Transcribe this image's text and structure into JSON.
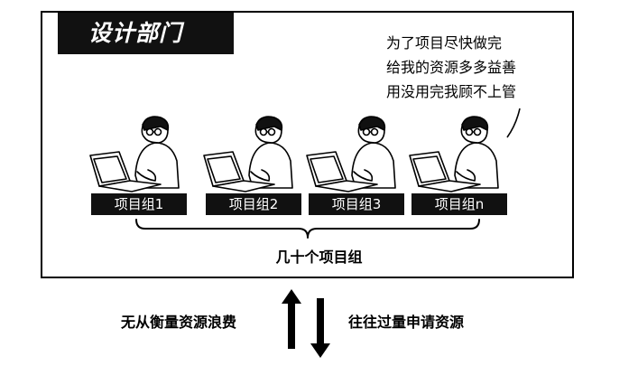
{
  "department": {
    "title": "设计部门"
  },
  "speech": {
    "lines": [
      "为了项目尽快做完",
      "给我的资源多多益善",
      "用没用完我顾不上管"
    ]
  },
  "groups": [
    {
      "label": "项目组1"
    },
    {
      "label": "项目组2"
    },
    {
      "label": "项目组3"
    },
    {
      "label": "项目组n"
    }
  ],
  "brace_caption": "几十个项目组",
  "bottom": {
    "left_text": "无从衡量资源浪费",
    "right_text": "往往过量申请资源"
  }
}
